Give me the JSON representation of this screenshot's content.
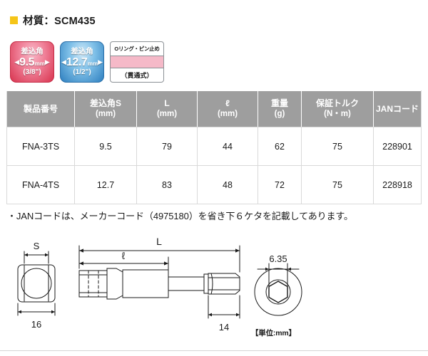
{
  "material": {
    "bullet_icon": "yellow-square-icon",
    "label": "材質：SCM435"
  },
  "badges": [
    {
      "name": "drive-size-9_5",
      "title": "差込角",
      "arrow_left": "◀",
      "value": "9.5",
      "unit": "mm",
      "arrow_right": "▶",
      "sub": "(3/8\")",
      "color": "#d8344f"
    },
    {
      "name": "drive-size-12_7",
      "title": "差込角",
      "arrow_left": "◀",
      "value": "12.7",
      "unit": "mm",
      "arrow_right": "▶",
      "sub": "(1/2\")",
      "color": "#2e7fbf"
    }
  ],
  "info_box": {
    "top_label": "Oリング・ピン止め",
    "band_color": "#f5b9c8",
    "bottom_label": "（貫通式）"
  },
  "table": {
    "headers": [
      {
        "main": "製品番号",
        "sub": ""
      },
      {
        "main": "差込角S",
        "sub": "(mm)"
      },
      {
        "main": "L",
        "sub": "(mm)"
      },
      {
        "main": "ℓ",
        "sub": "(mm)"
      },
      {
        "main": "重量",
        "sub": "(g)"
      },
      {
        "main": "保証トルク",
        "sub": "(N・m)"
      },
      {
        "main": "JANコード",
        "sub": ""
      }
    ],
    "rows": [
      {
        "product_no": "FNA-3TS",
        "drive_s": "9.5",
        "l_total": "79",
        "l_small": "44",
        "weight": "62",
        "torque": "75",
        "jan": "228901"
      },
      {
        "product_no": "FNA-4TS",
        "drive_s": "12.7",
        "l_total": "83",
        "l_small": "48",
        "weight": "72",
        "torque": "75",
        "jan": "228918"
      }
    ]
  },
  "jan_note": "・JANコードは、メーカーコード（4975180）を省き下６ケタを記載してあります。",
  "drawing": {
    "socket_width_label": "S",
    "socket_outer_label": "16",
    "length_total_label": "L",
    "length_partial_label": "ℓ",
    "shank_label": "14",
    "end_view_label": "6.35"
  },
  "unit_note": "【単位:mm】"
}
